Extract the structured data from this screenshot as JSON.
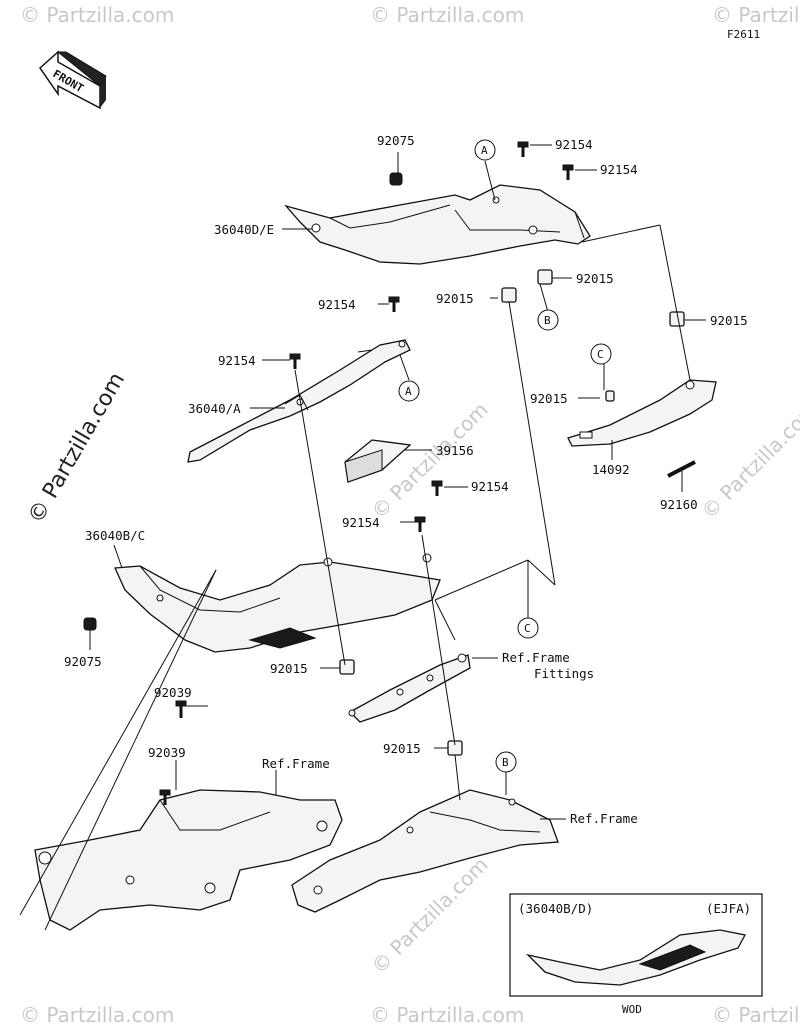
{
  "figure_code": "F2611",
  "front_arrow": "FRONT",
  "watermark_short": "© Partzilla.com",
  "watermark_main": "© Partzilla.com",
  "callouts": {
    "A": "A",
    "B": "B",
    "C": "C"
  },
  "labels": {
    "p92075_top": "92075",
    "p36040DE": "36040D/E",
    "p92154_a": "92154",
    "p92154_b": "92154",
    "p92015_a": "92015",
    "p92015_b": "92015",
    "p92015_c": "92015",
    "p92154_c": "92154",
    "p92154_d": "92154",
    "p36040A": "36040/A",
    "p39156": "39156",
    "p92015_d": "92015",
    "p14092": "14092",
    "p92160": "92160",
    "p92154_e": "92154",
    "p92154_f": "92154",
    "p36040BC": "36040B/C",
    "p92075_left": "92075",
    "p92015_e": "92015",
    "ref_frame_fittings_1": "Ref.Frame",
    "ref_frame_fittings_2": "Fittings",
    "p92039_a": "92039",
    "p92039_b": "92039",
    "ref_frame_left": "Ref.Frame",
    "p92015_f": "92015",
    "ref_frame_right": "Ref.Frame"
  },
  "inset": {
    "part": "(36040B/D)",
    "region": "(EJFA)",
    "caption": "WOD"
  }
}
